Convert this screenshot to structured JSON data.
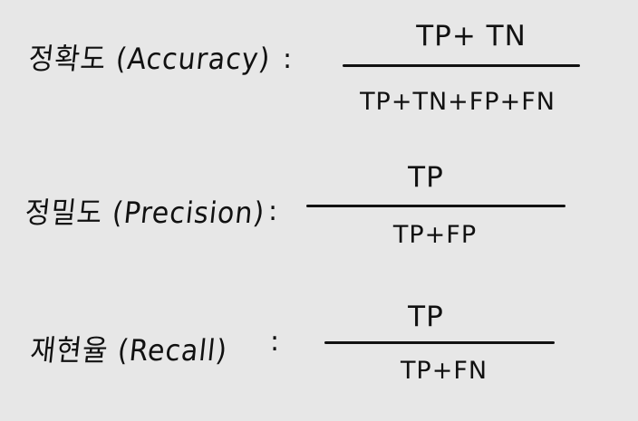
{
  "formulas": [
    {
      "label": "정확도 (Accuracy)",
      "colon": ":",
      "numerator": "TP+ TN",
      "denominator": "TP+TN+FP+FN"
    },
    {
      "label": "정밀도 (Precision)",
      "colon": ":",
      "numerator": "TP",
      "denominator": "TP+FP"
    },
    {
      "label": "재현율 (Recall)",
      "colon": ":",
      "numerator": "TP",
      "denominator": "TP+FN"
    }
  ]
}
